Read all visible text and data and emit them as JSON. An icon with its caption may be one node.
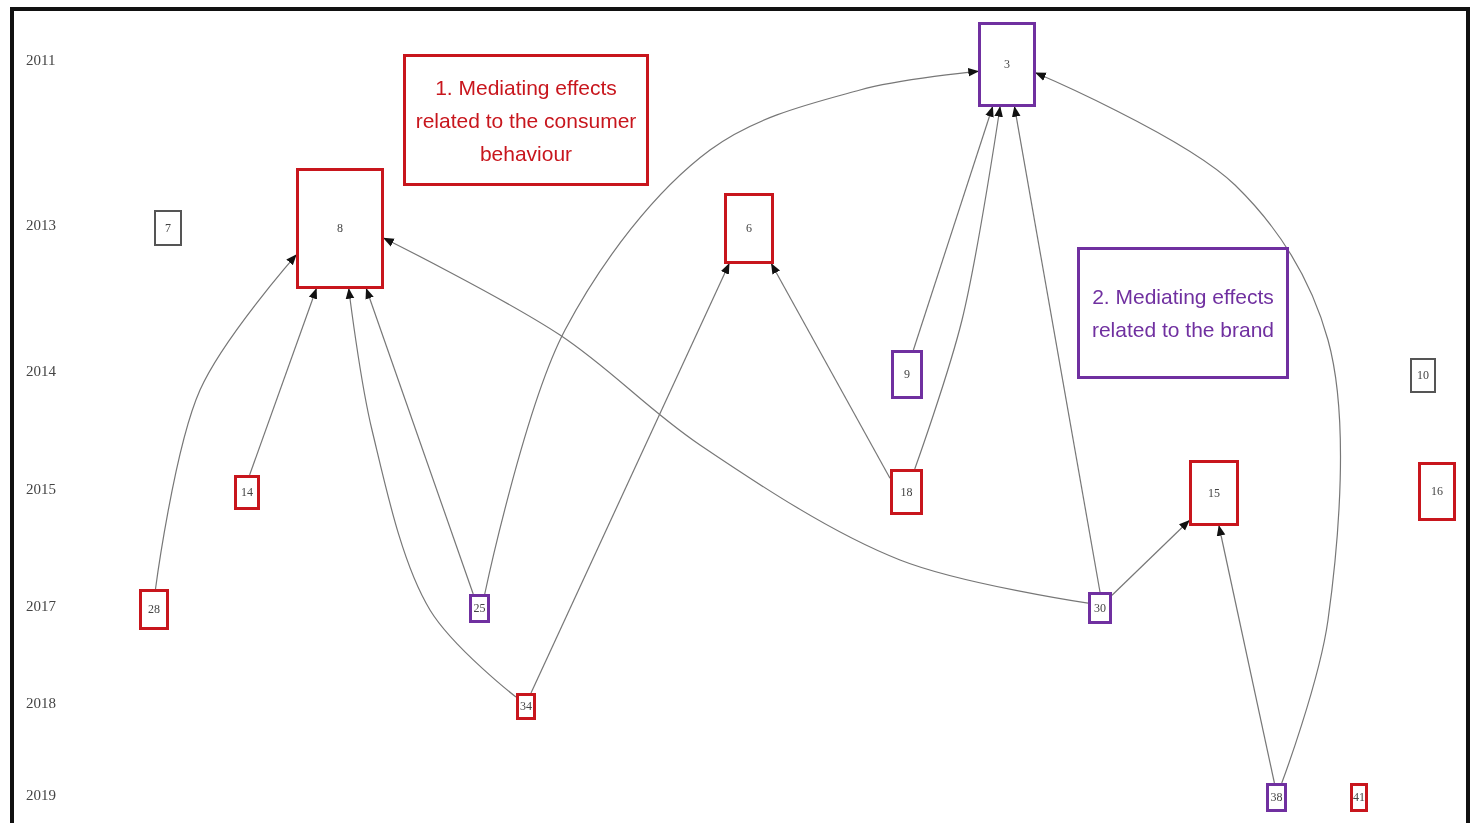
{
  "diagram": {
    "nodes": [
      {
        "text": [
          "1. Mediating effects related to the consumer behaviour"
        ]
      },
      {
        "text": [
          "3"
        ]
      },
      {
        "text": [
          "7"
        ]
      },
      {
        "text": [
          "8"
        ]
      },
      {
        "text": [
          "6"
        ]
      },
      {
        "text": [
          "2. Mediating effects related to the brand"
        ]
      },
      {
        "text": [
          "9"
        ]
      },
      {
        "text": [
          "10"
        ]
      },
      {
        "text": [
          "14"
        ]
      },
      {
        "text": [
          "18"
        ]
      },
      {
        "text": [
          "15"
        ]
      },
      {
        "text": [
          "16"
        ]
      },
      {
        "text": [
          "28"
        ]
      },
      {
        "text": [
          "25"
        ]
      },
      {
        "text": [
          "30"
        ]
      },
      {
        "text": [
          "34"
        ]
      },
      {
        "text": [
          "38"
        ]
      },
      {
        "text": [
          "41"
        ]
      }
    ],
    "edges": [
      {
        "from": 12,
        "to": 3,
        "arrow": "to"
      },
      {
        "from": 8,
        "to": 3,
        "arrow": "to"
      },
      {
        "from": 15,
        "to": 3,
        "arrow": "to"
      },
      {
        "from": 13,
        "to": 3,
        "arrow": "to"
      },
      {
        "from": 13,
        "to": 1,
        "arrow": "to"
      },
      {
        "from": 15,
        "to": 4,
        "arrow": "to"
      },
      {
        "from": 9,
        "to": 4,
        "arrow": "to"
      },
      {
        "from": 14,
        "to": 3,
        "arrow": "to"
      },
      {
        "from": 6,
        "to": 1,
        "arrow": "to"
      },
      {
        "from": 9,
        "to": 1,
        "arrow": "to"
      },
      {
        "from": 14,
        "to": 1,
        "arrow": "to"
      },
      {
        "from": 14,
        "to": 10,
        "arrow": "to"
      },
      {
        "from": 16,
        "to": 10,
        "arrow": "to"
      },
      {
        "from": 16,
        "to": 1,
        "arrow": "to"
      }
    ],
    "labels": [
      "2011",
      "2013",
      "2014",
      "2015",
      "2017",
      "2018",
      "2019"
    ]
  }
}
